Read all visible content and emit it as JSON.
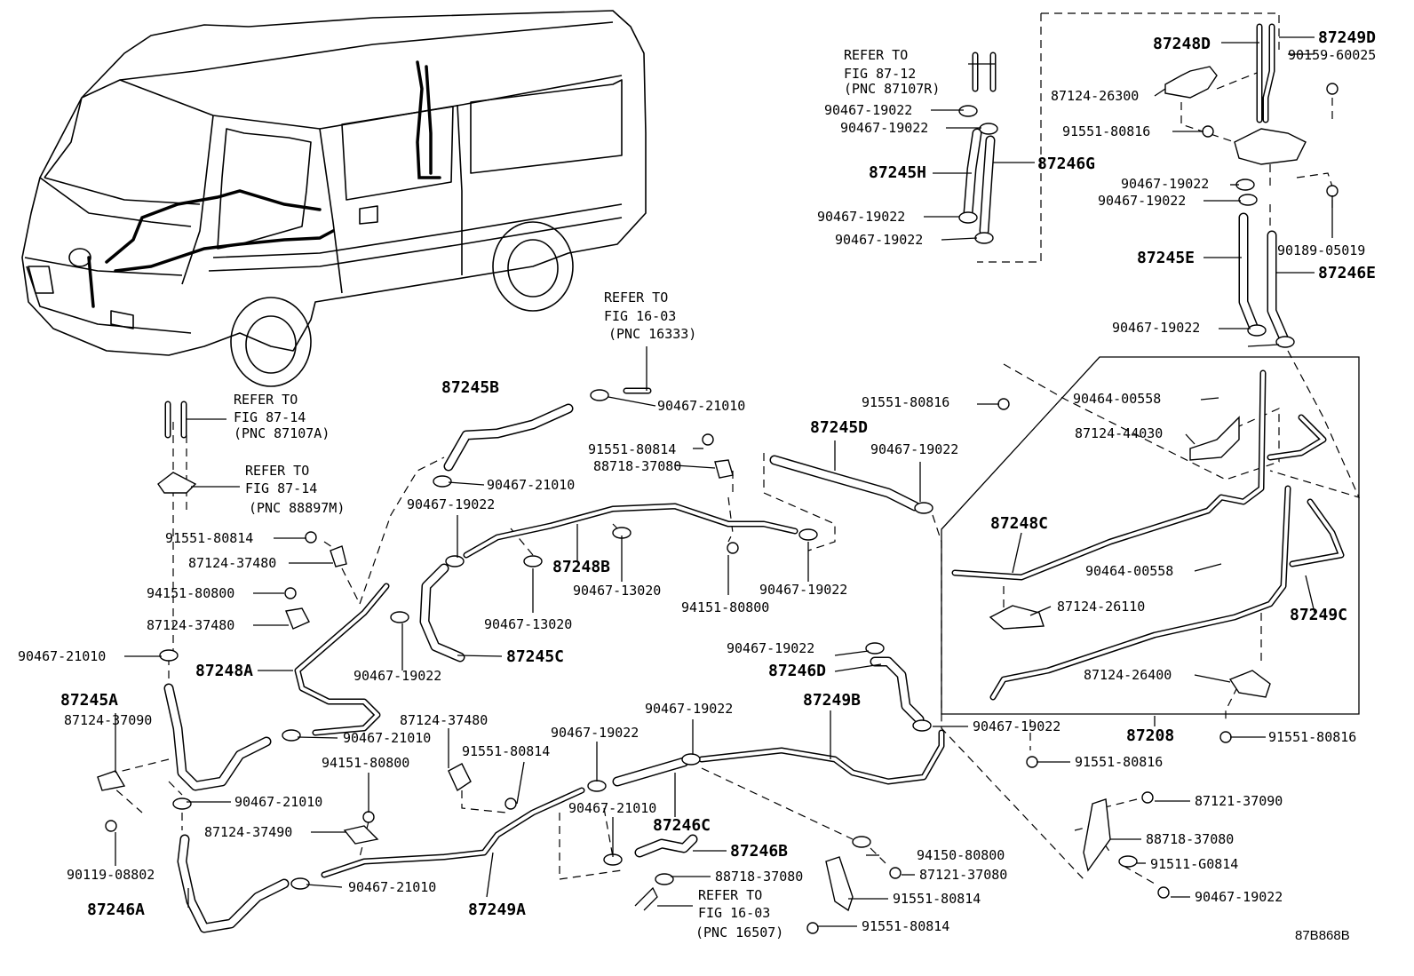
{
  "diagram": {
    "figure_code": "87B868B",
    "assembly_label": "87208",
    "references": [
      {
        "line1": "REFER TO",
        "line2": "FIG 87-12",
        "line3": "(PNC 87107R)"
      },
      {
        "line1": "REFER TO",
        "line2": "FIG 16-03",
        "line3": "(PNC 16333)"
      },
      {
        "line1": "REFER TO",
        "line2": "FIG 87-14",
        "line3": "(PNC 87107A)"
      },
      {
        "line1": "REFER TO",
        "line2": "FIG 87-14",
        "line3": "(PNC 88897M)"
      },
      {
        "line1": "REFER TO",
        "line2": "FIG 16-03",
        "line3": "(PNC 16507)"
      }
    ],
    "major_parts": [
      "87248D",
      "87249D",
      "87245H",
      "87246G",
      "87245E",
      "87246E",
      "87245B",
      "87245D",
      "87248C",
      "87248B",
      "87245C",
      "87248A",
      "87245A",
      "87246D",
      "87249B",
      "87249C",
      "87246C",
      "87246B",
      "87246A",
      "87249A"
    ],
    "minor_parts": [
      "90159-60025",
      "87124-26300",
      "91551-80816",
      "90467-19022",
      "90189-05019",
      "91551-80816",
      "90467-21010",
      "91551-80814",
      "88718-37080",
      "90467-21010",
      "90467-19022",
      "90464-00558",
      "87124-44030",
      "90467-19022",
      "91551-80814",
      "87124-37480",
      "94151-80800",
      "87124-37480",
      "90467-21010",
      "87124-37090",
      "90119-08802",
      "90467-13020",
      "90467-13020",
      "94151-80800",
      "90467-19022",
      "90467-19022",
      "90464-00558",
      "87124-26110",
      "90467-19022",
      "87124-26400",
      "90467-21010",
      "87124-37480",
      "91551-80814",
      "94151-80800",
      "90467-19022",
      "90467-19022",
      "90467-19022",
      "91551-80816",
      "91551-80816",
      "90467-21010",
      "87124-37490",
      "90467-21010",
      "90467-21010",
      "88718-37080",
      "94150-80800",
      "87121-37080",
      "91551-80814",
      "91551-80814",
      "87121-37090",
      "88718-37080",
      "91511-G0814",
      "90467-19022",
      "90467-19022",
      "90467-19022",
      "90467-19022",
      "90467-19022",
      "90467-19022",
      "90467-19022"
    ]
  }
}
